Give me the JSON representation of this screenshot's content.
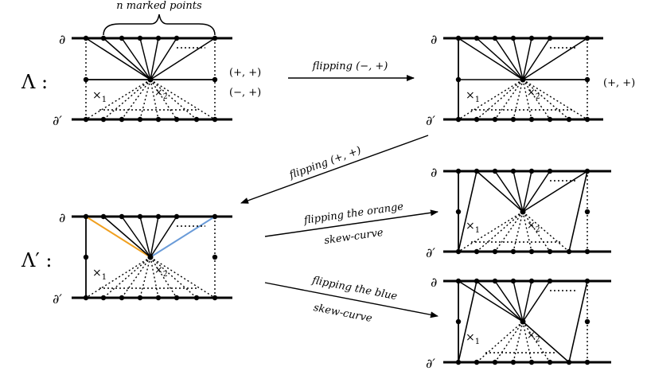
{
  "labels": {
    "lambda": "Λ :",
    "lambda_prime": "Λ′ :",
    "boundary": "∂",
    "boundary_prime": "∂′",
    "n_marked_points": "n marked points",
    "times_1": "×",
    "times_1_sub": "1",
    "times_2": "×",
    "times_2_sub": "2",
    "pp": "(+, +)",
    "mp": "(−, +)"
  },
  "arrows": {
    "flip_mp": "flipping (−, +)",
    "flip_pp": "flipping (+, +)",
    "flip_orange_1": "flipping the orange",
    "flip_orange_2": "skew-curve",
    "flip_blue_1": "flipping the blue",
    "flip_blue_2": "skew-curve"
  },
  "colors": {
    "orange_curve": "#f0a020",
    "blue_curve": "#6a9bd8",
    "ink": "#000000"
  }
}
